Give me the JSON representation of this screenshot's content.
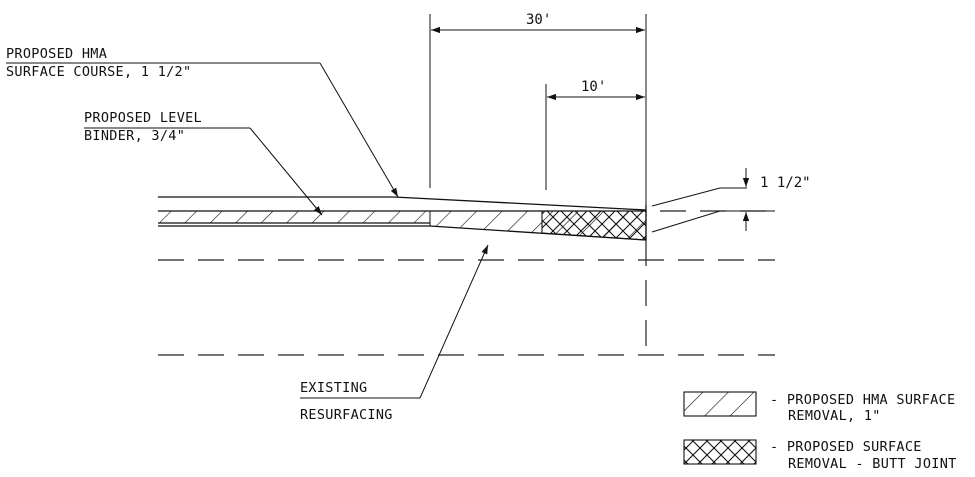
{
  "labels": {
    "hma_surface_line1": "PROPOSED HMA",
    "hma_surface_line2": "SURFACE COURSE, 1 1/2\"",
    "level_binder_line1": "PROPOSED LEVEL",
    "level_binder_line2": "BINDER, 3/4\"",
    "existing_line1": "EXISTING",
    "existing_line2": "RESURFACING"
  },
  "dimensions": {
    "overall_length": "30'",
    "butt_joint_length": "10'",
    "depth": "1 1/2\""
  },
  "legend": [
    {
      "pattern": "hatch",
      "line1": "- PROPOSED HMA SURFACE",
      "line2": "REMOVAL, 1\""
    },
    {
      "pattern": "crosshatch",
      "line1": "- PROPOSED SURFACE",
      "line2": "REMOVAL - BUTT JOINT"
    }
  ]
}
